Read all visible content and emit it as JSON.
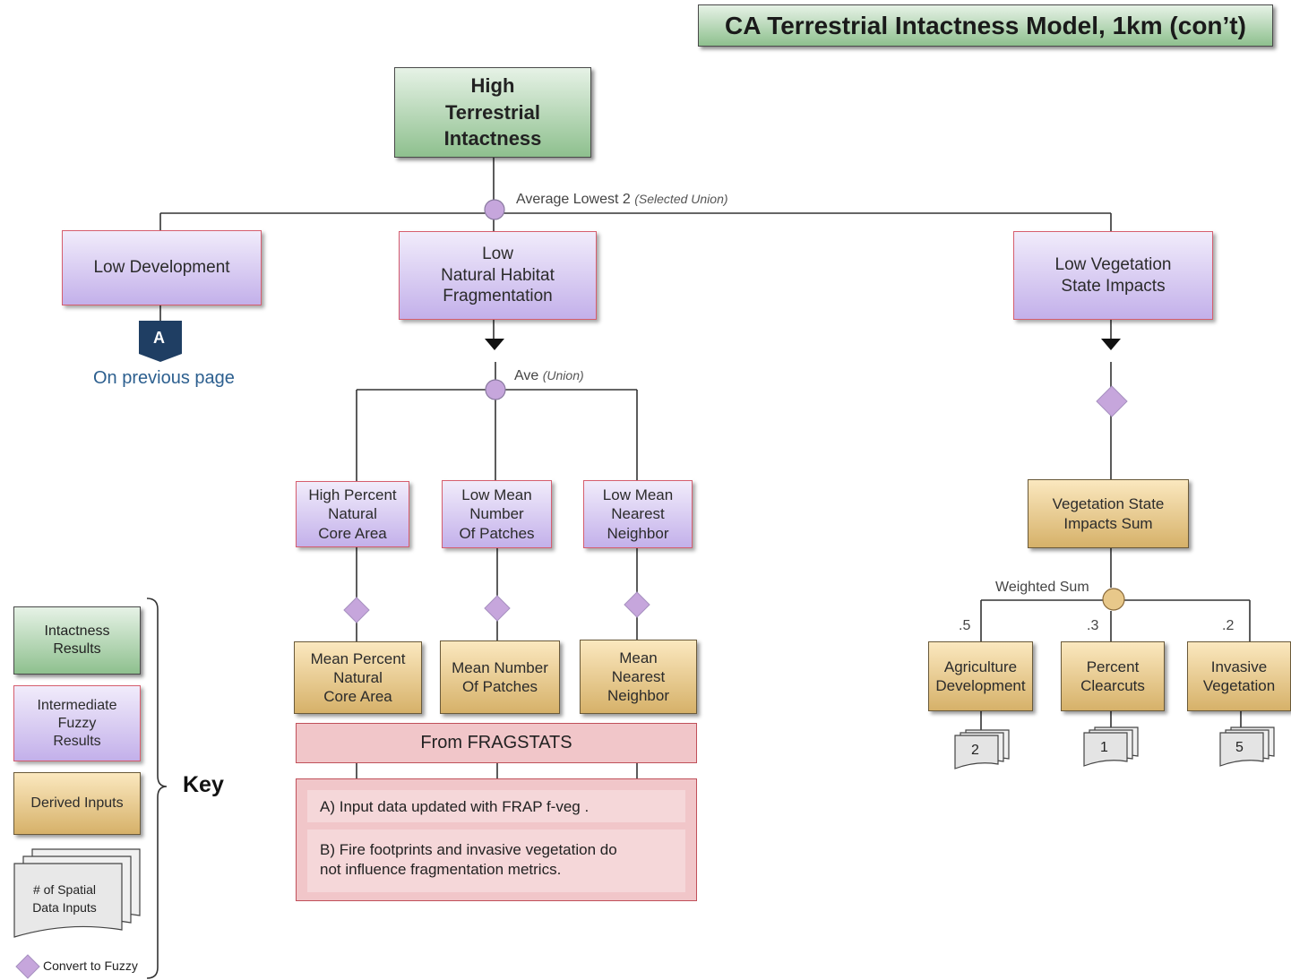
{
  "title": "CA Terrestrial  Intactness Model, 1km  (con’t)",
  "root": {
    "label": "High\nTerrestrial\nIntactness"
  },
  "operators": {
    "top": {
      "text": "Average Lowest 2",
      "qualifier": "(Selected Union)"
    },
    "middle": {
      "text": "Ave",
      "qualifier": "(Union)"
    },
    "weighted": {
      "text": "Weighted Sum"
    }
  },
  "level1": {
    "low_development": "Low Development",
    "low_fragmentation": "Low\nNatural Habitat\nFragmentation",
    "low_vegetation": "Low Vegetation\nState Impacts"
  },
  "connector": {
    "letter": "A",
    "caption": "On previous page"
  },
  "fragmentation_children": {
    "core_area": "High Percent\nNatural\nCore Area",
    "num_patches": "Low Mean\nNumber\nOf Patches",
    "nearest_neighbor": "Low Mean\nNearest\nNeighbor"
  },
  "derived": {
    "mean_core_area": "Mean Percent\nNatural\nCore Area",
    "mean_num_patches": "Mean Number\nOf Patches",
    "mean_nearest_neighbor": "Mean\nNearest\nNeighbor",
    "veg_sum": "Vegetation State\nImpacts Sum",
    "agriculture": "Agriculture\nDevelopment",
    "clearcuts": "Percent\nClearcuts",
    "invasive": "Invasive\nVegetation"
  },
  "weights": {
    "agriculture": ".5",
    "clearcuts": ".3",
    "invasive": ".2"
  },
  "spatial_input_counts": {
    "agriculture": "2",
    "clearcuts": "1",
    "invasive": "5"
  },
  "fragstats": {
    "label": "From  FRAGSTATS"
  },
  "notes": {
    "a": "A)  Input data updated with FRAP f-veg .",
    "b": "B)  Fire footprints and invasive vegetation do\nnot influence fragmentation metrics."
  },
  "key": {
    "title": "Key",
    "intactness": "Intactness\nResults",
    "intermediate": "Intermediate\nFuzzy\nResults",
    "derived": "Derived Inputs",
    "spatial": "# of Spatial\nData Inputs",
    "convert": "Convert to Fuzzy"
  },
  "colors": {
    "intactness": "#a9d0a9",
    "intermediate": "#cdbcf0",
    "intermediate_border": "#d65e6e",
    "derived": "#e4c17f",
    "fragstats": "#f1c6c9",
    "operator": "#c6a6dc",
    "weighted_operator": "#e8c88a",
    "connector": "#1f3e63",
    "connector_caption": "#2c5f8f"
  }
}
